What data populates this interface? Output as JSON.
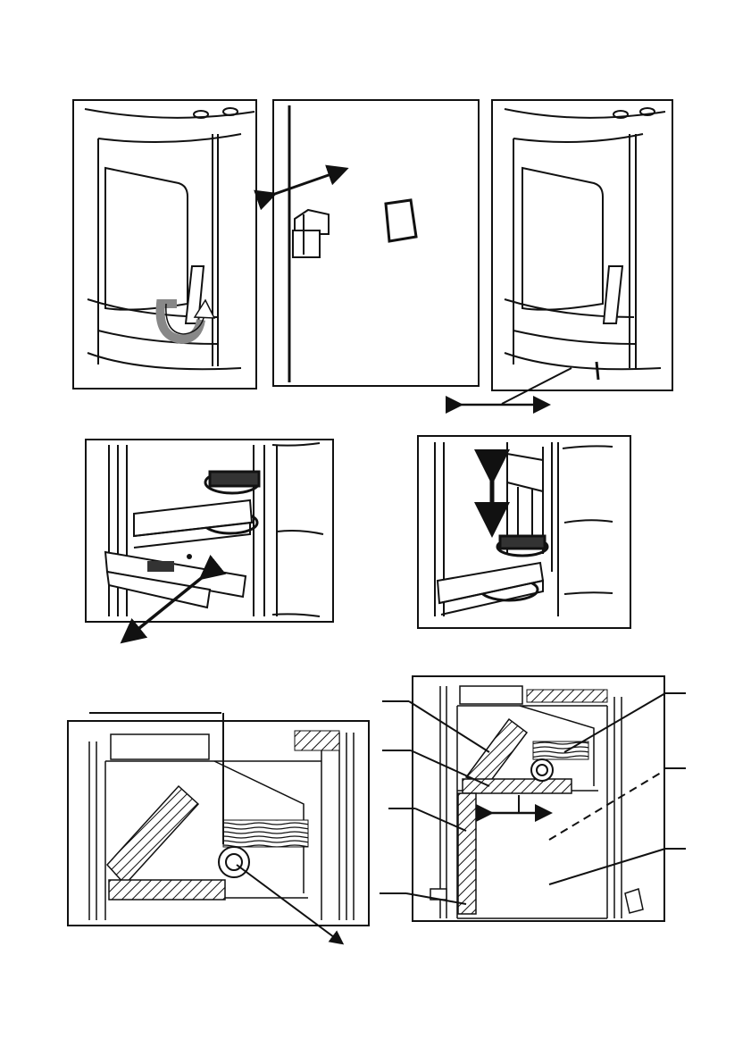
{
  "page": {
    "background": "#ffffff",
    "line_color": "#111111",
    "arrow_grey": "#9a9a9a"
  },
  "figures": [
    {
      "id": "fig-door-open",
      "icon": "rotate-arrow-icon"
    },
    {
      "id": "fig-door-detail",
      "icon": "double-arrow-icon"
    },
    {
      "id": "fig-door-closed",
      "icon": "double-arrow-icon"
    },
    {
      "id": "fig-drawer-out",
      "icon": "double-arrow-icon"
    },
    {
      "id": "fig-grate-lift",
      "icon": "vertical-double-arrow-icon"
    },
    {
      "id": "fig-section-left",
      "icon": "arrow-icon"
    },
    {
      "id": "fig-section-right",
      "icon": "double-arrow-icon"
    }
  ]
}
